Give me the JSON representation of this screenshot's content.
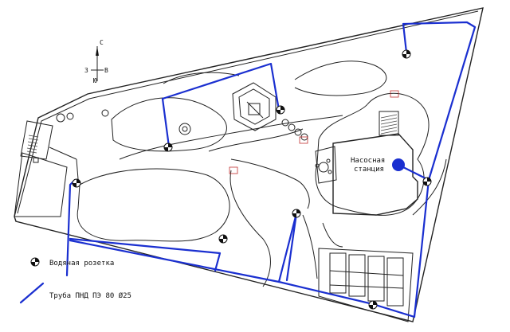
{
  "compass": {
    "north": "С",
    "south": "Ю",
    "west": "З",
    "east": "В"
  },
  "station": {
    "line1": "Насосная",
    "line2": "станция"
  },
  "legend": {
    "outlet_label": "Водяная розетка",
    "pipe_label": "Труба ПНД ПЭ 80 Ø25"
  },
  "colors": {
    "pipe": "#1a2fd0",
    "lines": "#222222",
    "background": "#ffffff"
  },
  "icons": {
    "outlet": "water-outlet-icon",
    "pump": "pump-station-icon",
    "compass": "compass-icon"
  }
}
